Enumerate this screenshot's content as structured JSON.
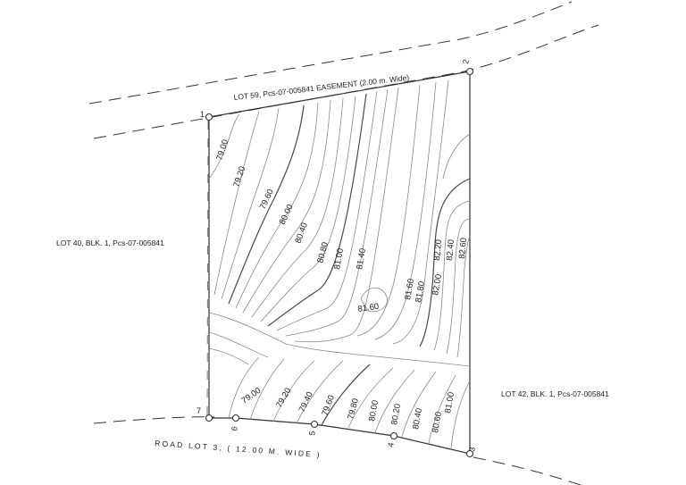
{
  "labels": {
    "top_lot": "LOT 59, Pcs-07-005841 EASEMENT (2.00 m. Wide)",
    "left_lot": "LOT 40, BLK. 1, Pcs-07-005841",
    "right_lot": "LOT 42, BLK. 1, Pcs-07-005841",
    "road": "ROAD  LOT  3,  ( 12.00  M.  WIDE )"
  },
  "corners": [
    "1",
    "2",
    "3",
    "4",
    "5",
    "6",
    "7"
  ],
  "contour_labels": [
    "79.00",
    "79.20",
    "79.60",
    "80.00",
    "80.40",
    "80.80",
    "81.00",
    "81.40",
    "81.60",
    "81.60",
    "81.80",
    "82.00",
    "82.20",
    "82.40",
    "82.60",
    "79.00",
    "79.20",
    "79.40",
    "79.60",
    "79.80",
    "80.00",
    "80.20",
    "80.40",
    "80.60",
    "81.00"
  ],
  "colors": {
    "line": "#333333",
    "contour": "#8a8a8a",
    "background": "#ffffff"
  }
}
